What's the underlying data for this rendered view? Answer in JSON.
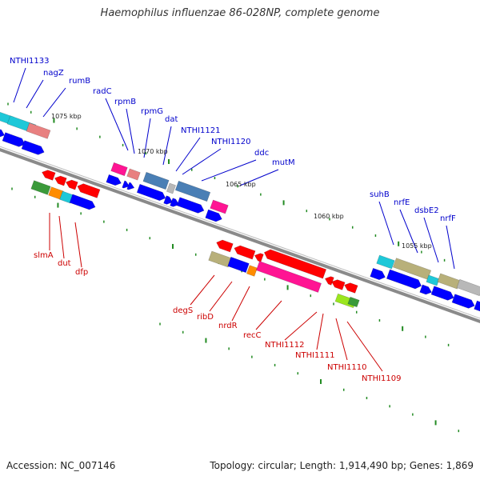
{
  "title": "Haemophilus influenzae 86-028NP, complete genome",
  "footer": {
    "accession": "Accession: NC_007146",
    "summary": "Topology: circular; Length: 1,914,490 bp; Genes: 1,869"
  },
  "colors": {
    "backbone": "#8a8a8a",
    "label_forward": "#0000cc",
    "label_reverse": "#cc0000",
    "tick_mark": "#228b22",
    "cds_forward": "#0000ff",
    "cds_reverse": "#ff0000",
    "feature_olive": "#b8b07a",
    "feature_steel": "#4a7fb5",
    "feature_pink": "#ff1493",
    "feature_cyan": "#1ec8d8",
    "feature_salmon": "#e88080",
    "feature_orange": "#ff8c00",
    "feature_green": "#3a9a3a",
    "feature_lime": "#9be61e",
    "feature_grey": "#b8b8b8"
  },
  "kbp_labels": [
    "1075 kbp",
    "1070 kbp",
    "1065 kbp",
    "1060 kbp",
    "1055 kbp"
  ],
  "forward_genes": [
    "NTHI1133",
    "nagZ",
    "rumB",
    "radC",
    "rpmB",
    "rpmG",
    "dat",
    "NTHI1121",
    "NTHI1120",
    "ddc",
    "mutM",
    "suhB",
    "nrfE",
    "dsbE2",
    "nrfF"
  ],
  "reverse_genes": [
    "slmA",
    "dut",
    "dfp",
    "degS",
    "ribD",
    "nrdR",
    "recC",
    "NTHI1112",
    "NTHI1111",
    "NTHI1110",
    "NTHI1109"
  ]
}
